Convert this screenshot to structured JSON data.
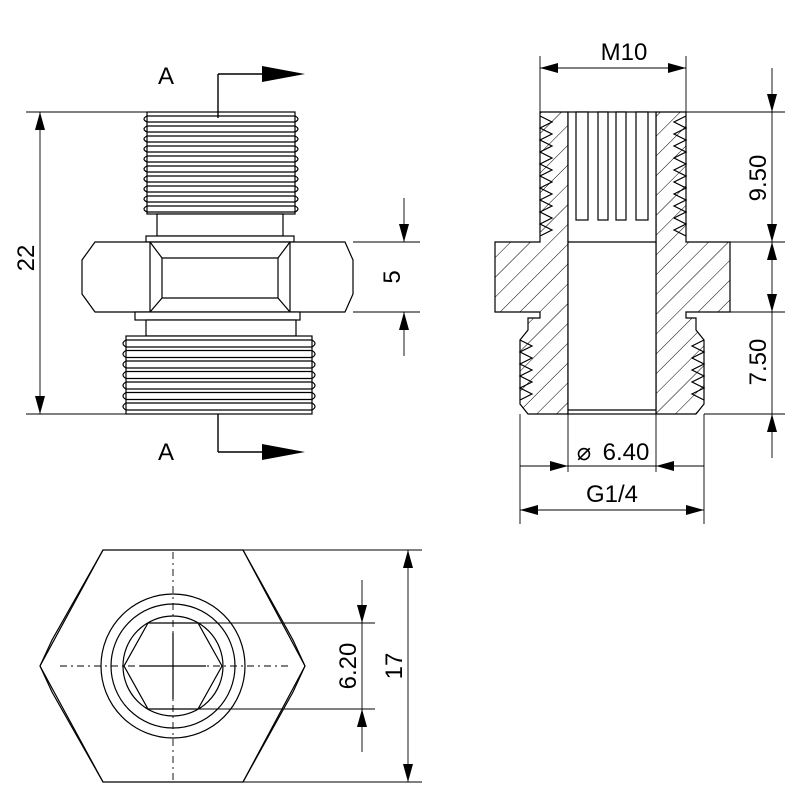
{
  "section_label": "A",
  "dimensions": {
    "overall_height": "22",
    "nut_height": "5",
    "thread_top": "M10",
    "upper_length": "9.50",
    "lower_length": "7.50",
    "bore": "6.40",
    "bore_symbol": "⌀",
    "thread_bottom": "G1/4",
    "hex_bore": "6.20",
    "across_flats": "17"
  },
  "colors": {
    "line": "#000000",
    "background": "#ffffff"
  }
}
